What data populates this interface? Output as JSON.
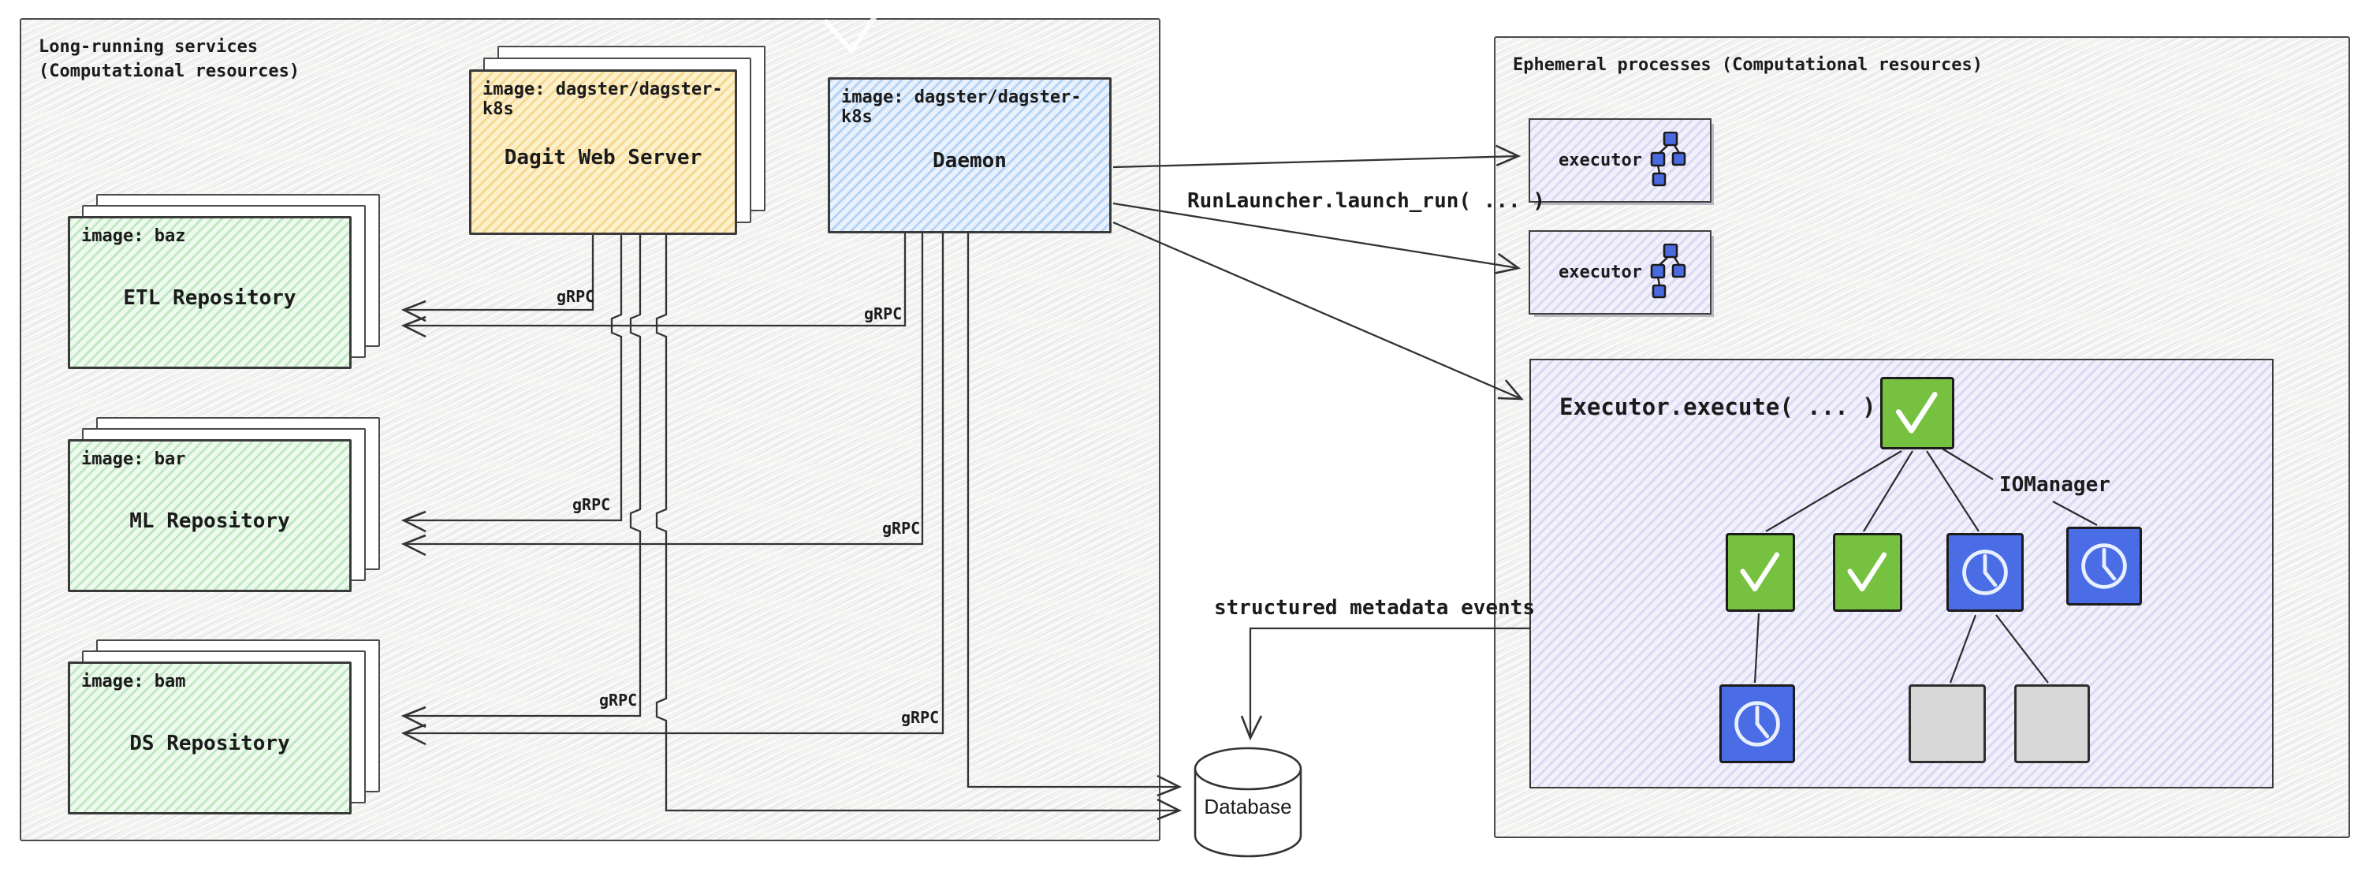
{
  "colors": {
    "panel_bg": "#f2f2f1",
    "dagit_yellow": "#fbe7b1",
    "daemon_blue": "#cfe4f8",
    "repo_green": "#d9f2d6",
    "executor_lavender": "#f1f0fb",
    "node_success_green": "#76c13f",
    "node_waiting_blue": "#4a6ce4",
    "node_pending_gray": "#d7d7d7",
    "line": "#333333"
  },
  "left_panel": {
    "title": "Long-running services\n(Computational resources)"
  },
  "dagit": {
    "image_label": "image: dagster/dagster-k8s",
    "title": "Dagit Web Server"
  },
  "daemon": {
    "image_label": "image: dagster/dagster-k8s",
    "title": "Daemon"
  },
  "repositories": [
    {
      "image_label": "image: baz",
      "title": "ETL Repository"
    },
    {
      "image_label": "image: bar",
      "title": "ML Repository"
    },
    {
      "image_label": "image: bam",
      "title": "DS Repository"
    }
  ],
  "connections": {
    "grpc_label": "gRPC",
    "run_launcher_label": "RunLauncher.launch_run( ... )",
    "metadata_events_label": "structured metadata events"
  },
  "right_panel": {
    "title": "Ephemeral processes (Computational resources)"
  },
  "executors": [
    {
      "label": "executor",
      "icon": "mini-dag-icon"
    },
    {
      "label": "executor",
      "icon": "mini-dag-icon"
    }
  ],
  "executor_detail": {
    "title": "Executor.execute( ... )",
    "iomanager_label": "IOManager",
    "dag": {
      "nodes": [
        {
          "id": "root",
          "row": 1,
          "state": "success",
          "icon": "check-icon"
        },
        {
          "id": "n2a",
          "row": 2,
          "state": "success",
          "icon": "check-icon"
        },
        {
          "id": "n2b",
          "row": 2,
          "state": "success",
          "icon": "check-icon"
        },
        {
          "id": "n2c",
          "row": 2,
          "state": "waiting",
          "icon": "clock-icon"
        },
        {
          "id": "n2d",
          "row": 2,
          "state": "waiting",
          "icon": "clock-icon"
        },
        {
          "id": "n3a",
          "row": 3,
          "state": "waiting",
          "icon": "clock-icon"
        },
        {
          "id": "n3b",
          "row": 3,
          "state": "pending",
          "icon": "none"
        },
        {
          "id": "n3c",
          "row": 3,
          "state": "pending",
          "icon": "none"
        }
      ],
      "edges": [
        [
          "root",
          "n2a"
        ],
        [
          "root",
          "n2b"
        ],
        [
          "root",
          "n2c"
        ],
        [
          "root",
          "n2d (via IOManager)"
        ],
        [
          "n2a",
          "n3a"
        ],
        [
          "n2c",
          "n3b"
        ],
        [
          "n2c",
          "n3c"
        ]
      ]
    }
  },
  "database": {
    "label": "Database"
  }
}
